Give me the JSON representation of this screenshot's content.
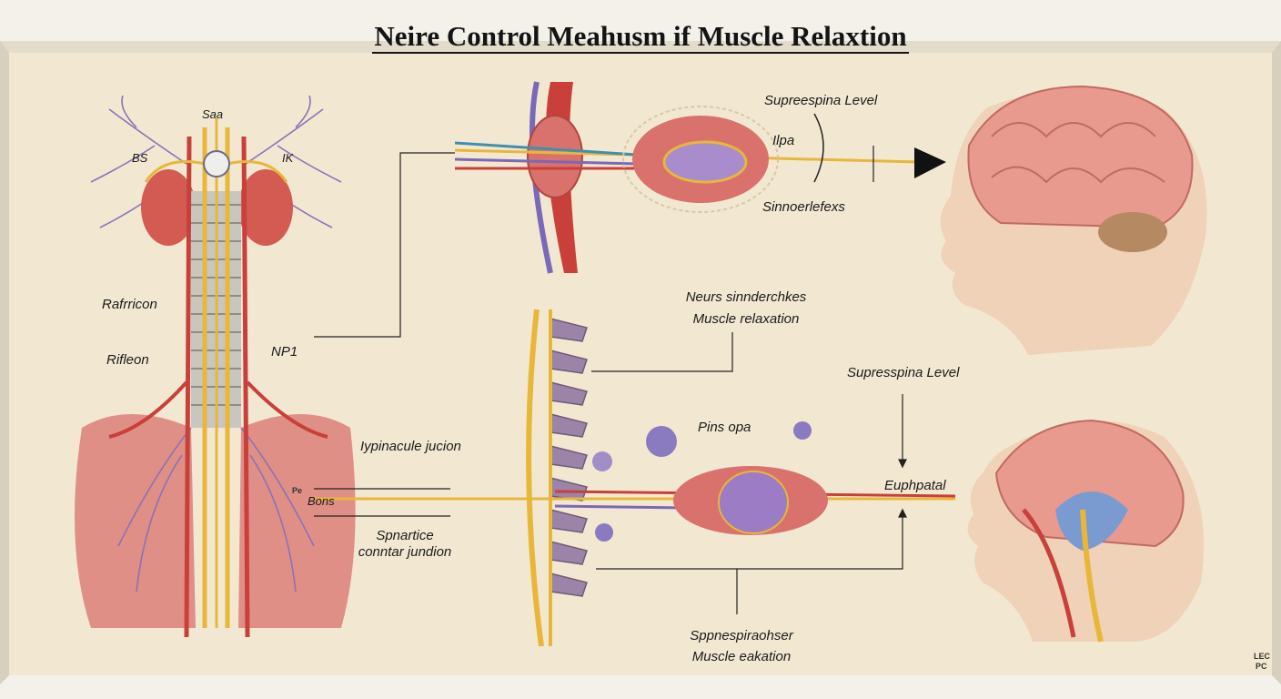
{
  "title": "Neire Control Meahusm if Muscle Relaxtion",
  "labels": {
    "spine_top": "Saa",
    "spine_tl": "BS",
    "spine_tr": "IK",
    "spine_left1": "Rafrricon",
    "spine_left2": "Rifleon",
    "spine_right": "NP1",
    "spine_small1": "Pe",
    "spine_small2": "Bons",
    "junction_top": "Iypinacule jucion",
    "junction_bottom_1": "Spnartice",
    "junction_bottom_2": "conntar jundion",
    "supra_top": "Supreespina Level",
    "ipa": "Ilpa",
    "reflex": "Sinnoerlefexs",
    "neurs_1": "Neurs sinnderchkes",
    "neurs_2": "Muscle relaxation",
    "supra_mid": "Supresspina Level",
    "pins": "Pins opa",
    "euph": "Euphpatal",
    "bottom_1": "Sppnespiraohser",
    "bottom_2": "Muscle eakation",
    "sig_1": "LEC",
    "sig_2": "PC"
  },
  "colors": {
    "paper": "#f2e8d2",
    "nerve": "#e8b73a",
    "artery": "#c9403b",
    "vein": "#7a68b8",
    "muscle": "#d9726c",
    "brain": "#e89a8f"
  }
}
